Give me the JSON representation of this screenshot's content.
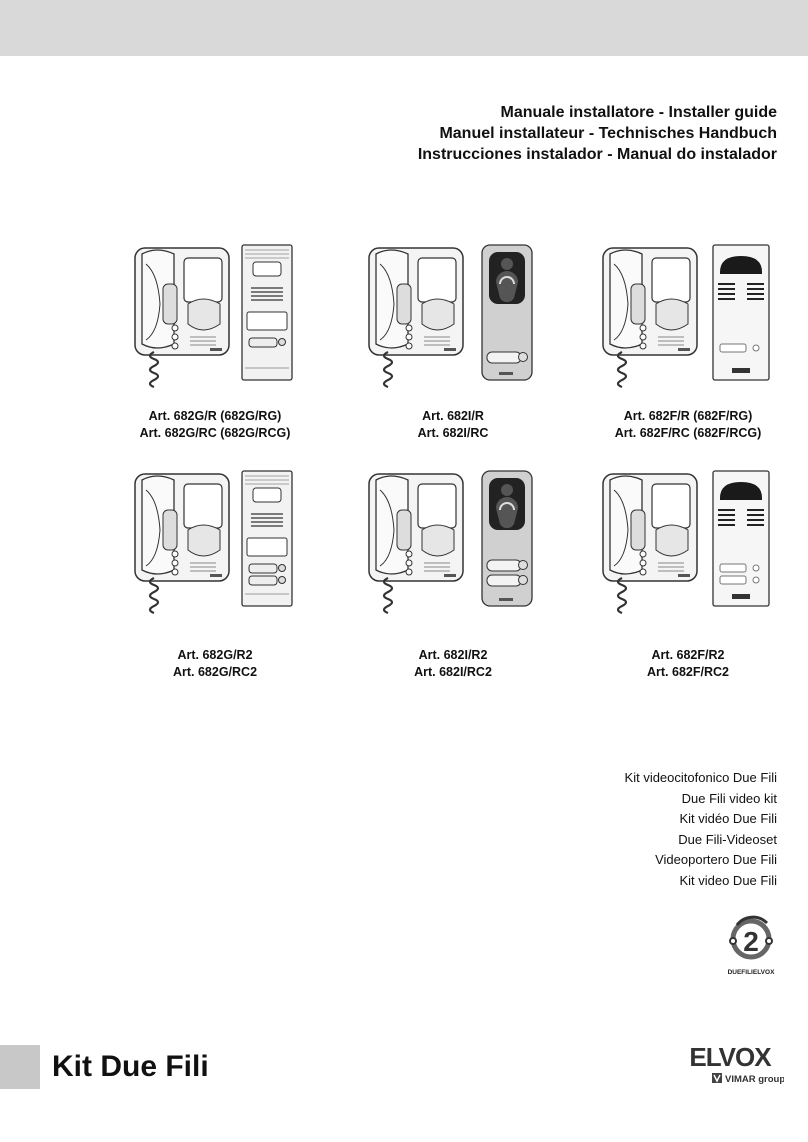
{
  "header": {
    "title_lines": [
      "Manuale installatore - Installer guide",
      "Manuel installateur - Technisches Handbuch",
      "Instrucciones instalador - Manual do instalador"
    ]
  },
  "products": [
    {
      "caption": [
        "Art. 682G/R (682G/RG)",
        "Art. 682G/RC (682G/RCG)"
      ],
      "panel": "G",
      "buttons": 1
    },
    {
      "caption": [
        "Art. 682I/R",
        "Art. 682I/RC"
      ],
      "panel": "I",
      "buttons": 1
    },
    {
      "caption": [
        "Art. 682F/R (682F/RG)",
        "Art. 682F/RC (682F/RCG)"
      ],
      "panel": "F",
      "buttons": 1
    },
    {
      "caption": [
        "Art. 682G/R2",
        "Art. 682G/RC2"
      ],
      "panel": "G",
      "buttons": 2
    },
    {
      "caption": [
        "Art. 682I/R2",
        "Art. 682I/RC2"
      ],
      "panel": "I",
      "buttons": 2
    },
    {
      "caption": [
        "Art. 682F/R2",
        "Art. 682F/RC2"
      ],
      "panel": "F",
      "buttons": 2
    }
  ],
  "kit_descriptions": [
    "Kit videocitofonico Due Fili",
    "Due Fili video kit",
    "Kit vidéo Due Fili",
    "Due Fili-Videoset",
    "Videoportero Due Fili",
    "Kit video Due Fili"
  ],
  "logos": {
    "duefili_logo_text": "DUEFILIELVOX",
    "brand_name": "ELVOX",
    "brand_sub": "VIMAR group"
  },
  "footer": {
    "title": "Kit Due Fili"
  },
  "colors": {
    "top_band": "#d9d9d9",
    "bottom_bar": "#c8c8c8",
    "text": "#111111"
  }
}
